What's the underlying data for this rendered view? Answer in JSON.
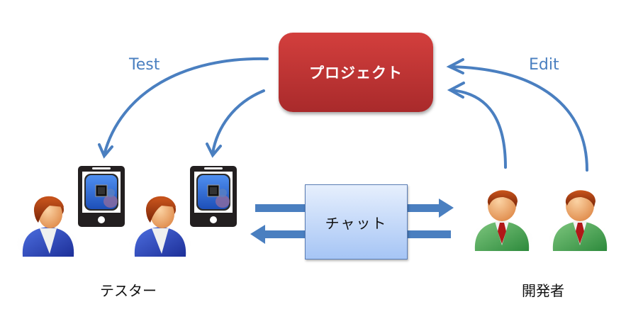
{
  "nodes": {
    "project": {
      "label": "プロジェクト",
      "color": "#c0363a"
    },
    "chat": {
      "label": "チャット",
      "color": "#c4d8f8"
    }
  },
  "edges": {
    "test_label": "Test",
    "edit_label": "Edit",
    "arrow_color": "#4a7fc0"
  },
  "groups": {
    "testers": {
      "label": "テスター",
      "count": 2,
      "suit_color": "#2a45b0"
    },
    "developers": {
      "label": "開発者",
      "count": 2,
      "suit_color": "#3e9a4a"
    }
  },
  "icons": [
    "person-female-icon",
    "smartphone-app-icon",
    "person-male-icon"
  ]
}
